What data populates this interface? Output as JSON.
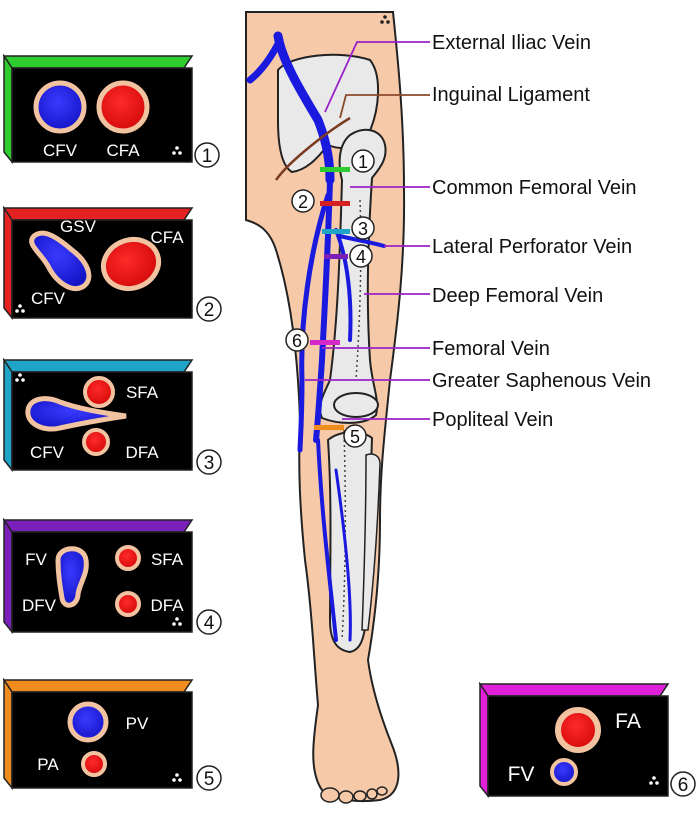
{
  "labels": {
    "external_iliac_vein": "External Iliac Vein",
    "inguinal_ligament": "Inguinal Ligament",
    "common_femoral_vein": "Common Femoral Vein",
    "lateral_perforator_vein": "Lateral Perforator Vein",
    "deep_femoral_vein": "Deep Femoral Vein",
    "femoral_vein": "Femoral Vein",
    "greater_saphenous_vein": "Greater Saphenous Vein",
    "popliteal_vein": "Popliteal Vein"
  },
  "markers": {
    "m1": "1",
    "m2": "2",
    "m3": "3",
    "m4": "4",
    "m5": "5",
    "m6": "6"
  },
  "panels": {
    "p1": {
      "number": "1",
      "vein": "CFV",
      "artery": "CFA",
      "color": "#2ecc2e"
    },
    "p2": {
      "number": "2",
      "branch": "GSV",
      "vein": "CFV",
      "artery": "CFA",
      "color": "#e52222"
    },
    "p3": {
      "number": "3",
      "vein": "CFV",
      "artery_superficial": "SFA",
      "artery_deep": "DFA",
      "color": "#1fa3c6"
    },
    "p4": {
      "number": "4",
      "vein": "FV",
      "vein_deep": "DFV",
      "artery_superficial": "SFA",
      "artery_deep": "DFA",
      "color": "#7a1fb8"
    },
    "p5": {
      "number": "5",
      "vein": "PV",
      "artery": "PA",
      "color": "#f08c1e"
    },
    "p6": {
      "number": "6",
      "artery": "FA",
      "vein": "FV",
      "color": "#e020d8"
    }
  },
  "colors": {
    "vein": "#1a1adf",
    "artery": "#e61010",
    "skin": "#f6c9a8",
    "bone": "#e9e9e9",
    "panel_bg": "#000000",
    "outline": "#222222"
  }
}
